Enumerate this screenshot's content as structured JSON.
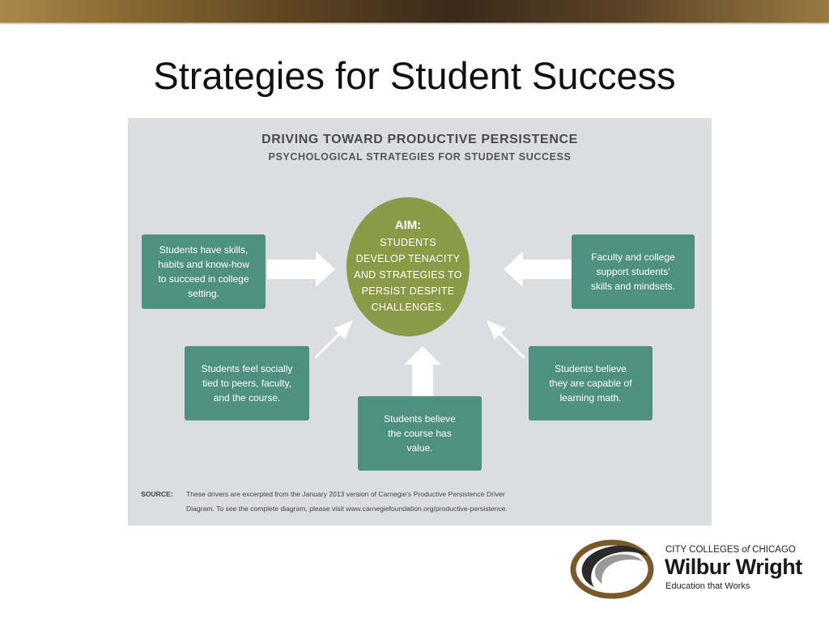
{
  "slide": {
    "title": "Strategies for Student Success"
  },
  "diagram": {
    "title": "DRIVING TOWARD PRODUCTIVE PERSISTENCE",
    "subtitle": "PSYCHOLOGICAL STRATEGIES FOR STUDENT SUCCESS",
    "aim": {
      "label": "AIM:",
      "text": "STUDENTS\nDEVELOP TENACITY\nAND STRATEGIES TO\nPERSIST DESPITE\nCHALLENGES."
    },
    "drivers": [
      "Students have skills,\nhabits and know-how\nto succeed in college\nsetting.",
      "Faculty and college\nsupport students'\nskills and mindsets.",
      "Students feel socially\ntied to peers, faculty,\nand the course.",
      "Students believe\nthey are capable of\nlearning math.",
      "Students believe\nthe course has\nvalue."
    ],
    "source": {
      "label": "SOURCE:",
      "line1": "These drivers are excerpted from the January 2013 version of Carnegie's Productive Persistence Driver",
      "line2": "Diagram. To see the complete diagram, please visit www.carnegiefoundation.org/productive-persistence."
    },
    "colors": {
      "panel": "#dcdde0",
      "circle": "#8b9a46",
      "box": "#4e9182",
      "arrow": "#ffffff"
    }
  },
  "logo": {
    "line1_prefix": "CITY COLLEGES ",
    "line1_of": "of",
    "line1_suffix": " CHICAGO",
    "name": "Wilbur Wright",
    "tagline": "Education that Works"
  }
}
